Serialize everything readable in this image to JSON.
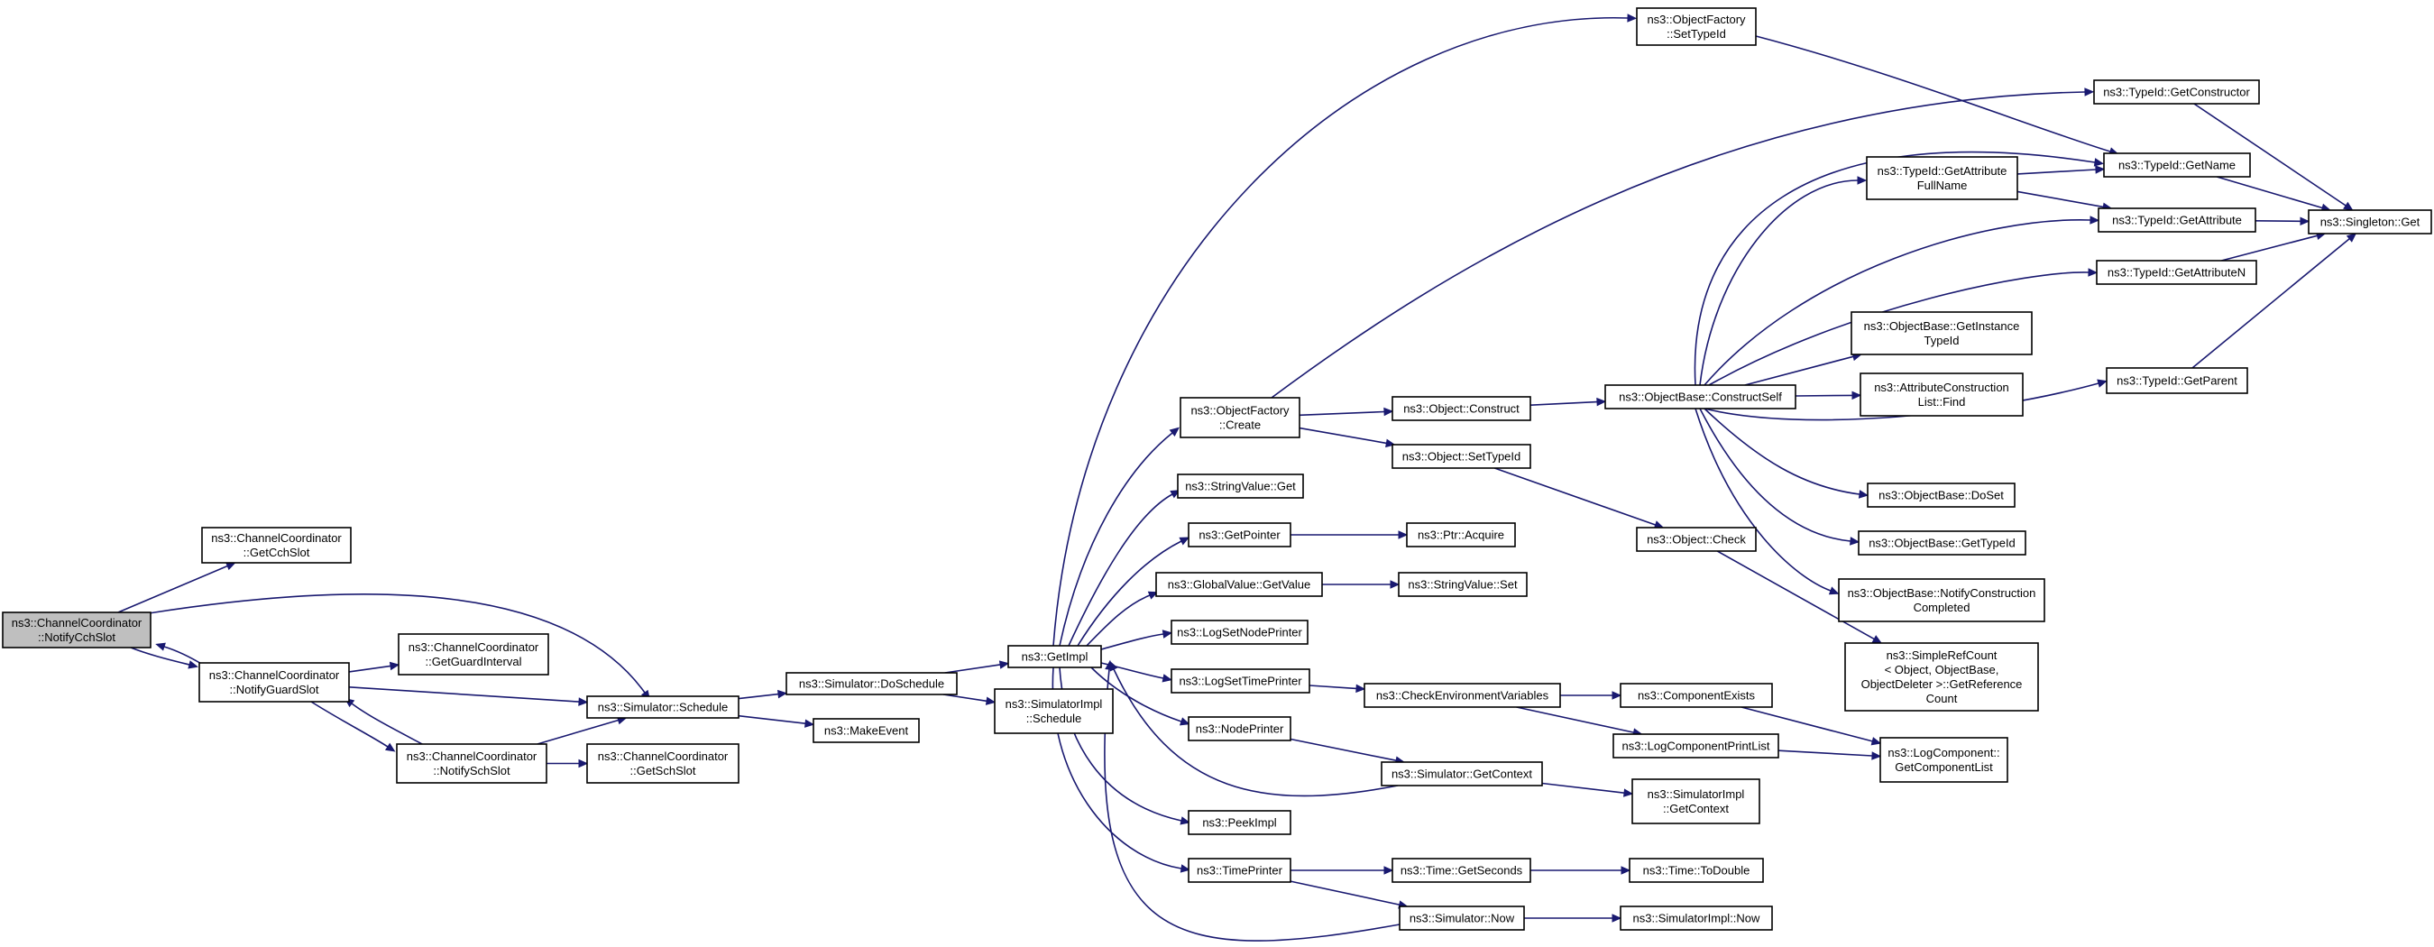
{
  "colors": {
    "edge": "#191970",
    "node_border": "#000000",
    "missing_border": "#ff0000",
    "current_fill": "#bfbfbf"
  },
  "nodes": {
    "notify_cch_slot": {
      "lines": [
        "ns3::ChannelCoordinator",
        "::NotifyCchSlot"
      ],
      "style": "current"
    },
    "get_cch_slot": {
      "lines": [
        "ns3::ChannelCoordinator",
        "::GetCchSlot"
      ]
    },
    "notify_guard_slot": {
      "lines": [
        "ns3::ChannelCoordinator",
        "::NotifyGuardSlot"
      ]
    },
    "get_guard_interval": {
      "lines": [
        "ns3::ChannelCoordinator",
        "::GetGuardInterval"
      ]
    },
    "notify_sch_slot": {
      "lines": [
        "ns3::ChannelCoordinator",
        "::NotifySchSlot"
      ]
    },
    "get_sch_slot": {
      "lines": [
        "ns3::ChannelCoordinator",
        "::GetSchSlot"
      ]
    },
    "sim_schedule": {
      "lines": [
        "ns3::Simulator::Schedule"
      ]
    },
    "sim_doschedule": {
      "lines": [
        "ns3::Simulator::DoSchedule"
      ]
    },
    "make_event": {
      "lines": [
        "ns3::MakeEvent"
      ]
    },
    "get_impl": {
      "lines": [
        "ns3::GetImpl"
      ]
    },
    "simimpl_schedule": {
      "lines": [
        "ns3::SimulatorImpl",
        "::Schedule"
      ]
    },
    "objfactory_settypeid": {
      "lines": [
        "ns3::ObjectFactory",
        "::SetTypeId"
      ]
    },
    "objfactory_create": {
      "lines": [
        "ns3::ObjectFactory",
        "::Create"
      ]
    },
    "stringvalue_get": {
      "lines": [
        "ns3::StringValue::Get"
      ]
    },
    "get_pointer": {
      "lines": [
        "ns3::GetPointer"
      ]
    },
    "globalvalue_getvalue": {
      "lines": [
        "ns3::GlobalValue::GetValue"
      ]
    },
    "log_set_node_printer": {
      "lines": [
        "ns3::LogSetNodePrinter"
      ]
    },
    "log_set_time_printer": {
      "lines": [
        "ns3::LogSetTimePrinter"
      ]
    },
    "node_printer": {
      "lines": [
        "ns3::NodePrinter"
      ]
    },
    "peek_impl": {
      "lines": [
        "ns3::PeekImpl"
      ]
    },
    "time_printer": {
      "lines": [
        "ns3::TimePrinter"
      ]
    },
    "object_construct": {
      "lines": [
        "ns3::Object::Construct"
      ]
    },
    "object_settypeid": {
      "lines": [
        "ns3::Object::SetTypeId"
      ]
    },
    "ptr_acquire": {
      "lines": [
        "ns3::Ptr::Acquire"
      ]
    },
    "stringvalue_set": {
      "lines": [
        "ns3::StringValue::Set"
      ]
    },
    "check_env_vars": {
      "lines": [
        "ns3::CheckEnvironmentVariables"
      ]
    },
    "sim_getcontext": {
      "lines": [
        "ns3::Simulator::GetContext"
      ]
    },
    "time_getseconds": {
      "lines": [
        "ns3::Time::GetSeconds"
      ]
    },
    "sim_now": {
      "lines": [
        "ns3::Simulator::Now"
      ]
    },
    "objbase_constructself": {
      "lines": [
        "ns3::ObjectBase::ConstructSelf"
      ]
    },
    "object_check": {
      "lines": [
        "ns3::Object::Check"
      ]
    },
    "component_exists": {
      "lines": [
        "ns3::ComponentExists"
      ]
    },
    "log_component_print_list": {
      "lines": [
        "ns3::LogComponentPrintList"
      ]
    },
    "simimpl_getcontext": {
      "lines": [
        "ns3::SimulatorImpl",
        "::GetContext"
      ]
    },
    "time_todouble": {
      "lines": [
        "ns3::Time::ToDouble"
      ],
      "style": "missing"
    },
    "simimpl_now": {
      "lines": [
        "ns3::SimulatorImpl::Now"
      ]
    },
    "typeid_getattr_fullname": {
      "lines": [
        "ns3::TypeId::GetAttribute",
        "FullName"
      ]
    },
    "objbase_getinstancetypeid": {
      "lines": [
        "ns3::ObjectBase::GetInstance",
        "TypeId"
      ]
    },
    "attr_construction_list_find": {
      "lines": [
        "ns3::AttributeConstruction",
        "List::Find"
      ]
    },
    "objbase_doset": {
      "lines": [
        "ns3::ObjectBase::DoSet"
      ]
    },
    "objbase_gettypeid": {
      "lines": [
        "ns3::ObjectBase::GetTypeId"
      ],
      "style": "missing"
    },
    "objbase_notify_construction": {
      "lines": [
        "ns3::ObjectBase::NotifyConstruction",
        "Completed"
      ]
    },
    "simplerefcount_getrefcount": {
      "lines": [
        "ns3::SimpleRefCount",
        "< Object, ObjectBase,",
        " ObjectDeleter >::GetReference",
        "Count"
      ]
    },
    "log_component_getlist": {
      "lines": [
        "ns3::LogComponent::",
        "GetComponentList"
      ]
    },
    "typeid_getconstructor": {
      "lines": [
        "ns3::TypeId::GetConstructor"
      ]
    },
    "typeid_getname": {
      "lines": [
        "ns3::TypeId::GetName"
      ]
    },
    "typeid_getattribute": {
      "lines": [
        "ns3::TypeId::GetAttribute"
      ]
    },
    "typeid_getattributen": {
      "lines": [
        "ns3::TypeId::GetAttributeN"
      ]
    },
    "typeid_getparent": {
      "lines": [
        "ns3::TypeId::GetParent"
      ],
      "style": "missing"
    },
    "singleton_get": {
      "lines": [
        "ns3::Singleton::Get"
      ]
    }
  },
  "edges": [
    [
      "notify_cch_slot",
      "get_cch_slot"
    ],
    [
      "notify_cch_slot",
      "notify_guard_slot"
    ],
    [
      "notify_cch_slot",
      "sim_schedule"
    ],
    [
      "notify_guard_slot",
      "notify_cch_slot"
    ],
    [
      "notify_guard_slot",
      "get_guard_interval"
    ],
    [
      "notify_guard_slot",
      "notify_sch_slot"
    ],
    [
      "notify_guard_slot",
      "sim_schedule"
    ],
    [
      "notify_sch_slot",
      "notify_guard_slot"
    ],
    [
      "notify_sch_slot",
      "get_sch_slot"
    ],
    [
      "notify_sch_slot",
      "sim_schedule"
    ],
    [
      "sim_schedule",
      "sim_doschedule"
    ],
    [
      "sim_schedule",
      "make_event"
    ],
    [
      "sim_doschedule",
      "get_impl"
    ],
    [
      "sim_doschedule",
      "simimpl_schedule"
    ],
    [
      "get_impl",
      "objfactory_settypeid"
    ],
    [
      "get_impl",
      "objfactory_create"
    ],
    [
      "get_impl",
      "stringvalue_get"
    ],
    [
      "get_impl",
      "get_pointer"
    ],
    [
      "get_impl",
      "globalvalue_getvalue"
    ],
    [
      "get_impl",
      "log_set_node_printer"
    ],
    [
      "get_impl",
      "log_set_time_printer"
    ],
    [
      "get_impl",
      "node_printer"
    ],
    [
      "get_impl",
      "peek_impl"
    ],
    [
      "get_impl",
      "time_printer"
    ],
    [
      "objfactory_create",
      "typeid_getconstructor"
    ],
    [
      "objfactory_create",
      "object_construct"
    ],
    [
      "objfactory_create",
      "object_settypeid"
    ],
    [
      "objfactory_settypeid",
      "typeid_getname"
    ],
    [
      "get_pointer",
      "ptr_acquire"
    ],
    [
      "globalvalue_getvalue",
      "stringvalue_set"
    ],
    [
      "log_set_time_printer",
      "check_env_vars"
    ],
    [
      "node_printer",
      "sim_getcontext"
    ],
    [
      "time_printer",
      "time_getseconds"
    ],
    [
      "time_printer",
      "sim_now"
    ],
    [
      "object_construct",
      "objbase_constructself"
    ],
    [
      "object_settypeid",
      "object_check"
    ],
    [
      "check_env_vars",
      "component_exists"
    ],
    [
      "check_env_vars",
      "log_component_print_list"
    ],
    [
      "sim_getcontext",
      "get_impl"
    ],
    [
      "sim_getcontext",
      "simimpl_getcontext"
    ],
    [
      "time_getseconds",
      "time_todouble"
    ],
    [
      "sim_now",
      "get_impl"
    ],
    [
      "sim_now",
      "simimpl_now"
    ],
    [
      "objbase_constructself",
      "typeid_getattr_fullname"
    ],
    [
      "objbase_constructself",
      "typeid_getattribute"
    ],
    [
      "objbase_constructself",
      "typeid_getattributen"
    ],
    [
      "objbase_constructself",
      "typeid_getname"
    ],
    [
      "objbase_constructself",
      "objbase_getinstancetypeid"
    ],
    [
      "objbase_constructself",
      "attr_construction_list_find"
    ],
    [
      "objbase_constructself",
      "objbase_doset"
    ],
    [
      "objbase_constructself",
      "objbase_gettypeid"
    ],
    [
      "objbase_constructself",
      "objbase_notify_construction"
    ],
    [
      "objbase_constructself",
      "typeid_getparent"
    ],
    [
      "object_check",
      "simplerefcount_getrefcount"
    ],
    [
      "component_exists",
      "log_component_getlist"
    ],
    [
      "log_component_print_list",
      "log_component_getlist"
    ],
    [
      "typeid_getattr_fullname",
      "typeid_getname"
    ],
    [
      "typeid_getattr_fullname",
      "typeid_getattribute"
    ],
    [
      "typeid_getconstructor",
      "singleton_get"
    ],
    [
      "typeid_getname",
      "singleton_get"
    ],
    [
      "typeid_getattribute",
      "singleton_get"
    ],
    [
      "typeid_getattributen",
      "singleton_get"
    ],
    [
      "typeid_getparent",
      "singleton_get"
    ]
  ]
}
